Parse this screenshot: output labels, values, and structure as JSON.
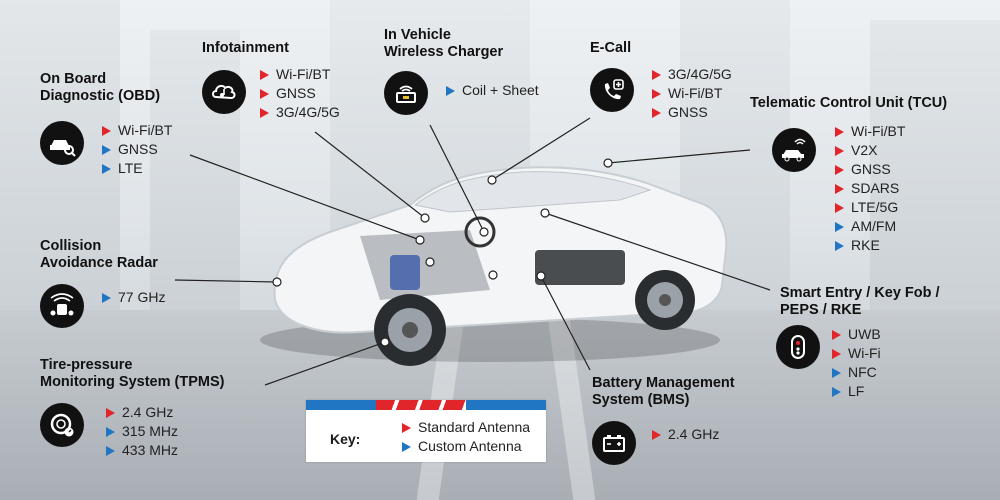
{
  "key": {
    "label": "Key:",
    "standard": "Standard Antenna",
    "custom": "Custom Antenna"
  },
  "colors": {
    "standard": "#e0252b",
    "custom": "#2176c4",
    "icon_bg": "#111111"
  },
  "callouts": [
    {
      "id": "obd",
      "title_lines": [
        "On Board",
        "Diagnostic (OBD)"
      ],
      "icon": "car-magnifier-icon",
      "items": [
        {
          "text": "Wi-Fi/BT",
          "type": "standard"
        },
        {
          "text": "GNSS",
          "type": "custom"
        },
        {
          "text": "LTE",
          "type": "custom"
        }
      ]
    },
    {
      "id": "infotainment",
      "title_lines": [
        "Infotainment"
      ],
      "icon": "cloud-music-icon",
      "items": [
        {
          "text": "Wi-Fi/BT",
          "type": "standard"
        },
        {
          "text": "GNSS",
          "type": "standard"
        },
        {
          "text": "3G/4G/5G",
          "type": "standard"
        }
      ]
    },
    {
      "id": "charger",
      "title_lines": [
        "In Vehicle",
        "Wireless Charger"
      ],
      "icon": "wireless-charger-icon",
      "items": [
        {
          "text": "Coil + Sheet",
          "type": "custom"
        }
      ]
    },
    {
      "id": "ecall",
      "title_lines": [
        "E-Call"
      ],
      "icon": "emergency-phone-icon",
      "items": [
        {
          "text": "3G/4G/5G",
          "type": "standard"
        },
        {
          "text": "Wi-Fi/BT",
          "type": "standard"
        },
        {
          "text": "GNSS",
          "type": "standard"
        }
      ]
    },
    {
      "id": "tcu",
      "title_lines": [
        "Telematic Control Unit (TCU)"
      ],
      "icon": "connected-car-icon",
      "items": [
        {
          "text": "Wi-Fi/BT",
          "type": "standard"
        },
        {
          "text": "V2X",
          "type": "standard"
        },
        {
          "text": "GNSS",
          "type": "standard"
        },
        {
          "text": "SDARS",
          "type": "standard"
        },
        {
          "text": "LTE/5G",
          "type": "standard"
        },
        {
          "text": "AM/FM",
          "type": "custom"
        },
        {
          "text": "RKE",
          "type": "custom"
        }
      ]
    },
    {
      "id": "radar",
      "title_lines": [
        "Collision",
        "Avoidance Radar"
      ],
      "icon": "radar-icon",
      "items": [
        {
          "text": "77 GHz",
          "type": "custom"
        }
      ]
    },
    {
      "id": "keyfob",
      "title_lines": [
        "Smart Entry / Key Fob /",
        "PEPS / RKE"
      ],
      "icon": "key-fob-icon",
      "items": [
        {
          "text": "UWB",
          "type": "standard"
        },
        {
          "text": "Wi-Fi",
          "type": "standard"
        },
        {
          "text": "NFC",
          "type": "custom"
        },
        {
          "text": "LF",
          "type": "custom"
        }
      ]
    },
    {
      "id": "tpms",
      "title_lines": [
        "Tire-pressure",
        "Monitoring System (TPMS)"
      ],
      "icon": "tire-gauge-icon",
      "items": [
        {
          "text": "2.4 GHz",
          "type": "standard"
        },
        {
          "text": "315 MHz",
          "type": "custom"
        },
        {
          "text": "433 MHz",
          "type": "custom"
        }
      ]
    },
    {
      "id": "bms",
      "title_lines": [
        "Battery Management",
        "System (BMS)"
      ],
      "icon": "battery-icon",
      "items": [
        {
          "text": "2.4 GHz",
          "type": "standard"
        }
      ]
    }
  ]
}
